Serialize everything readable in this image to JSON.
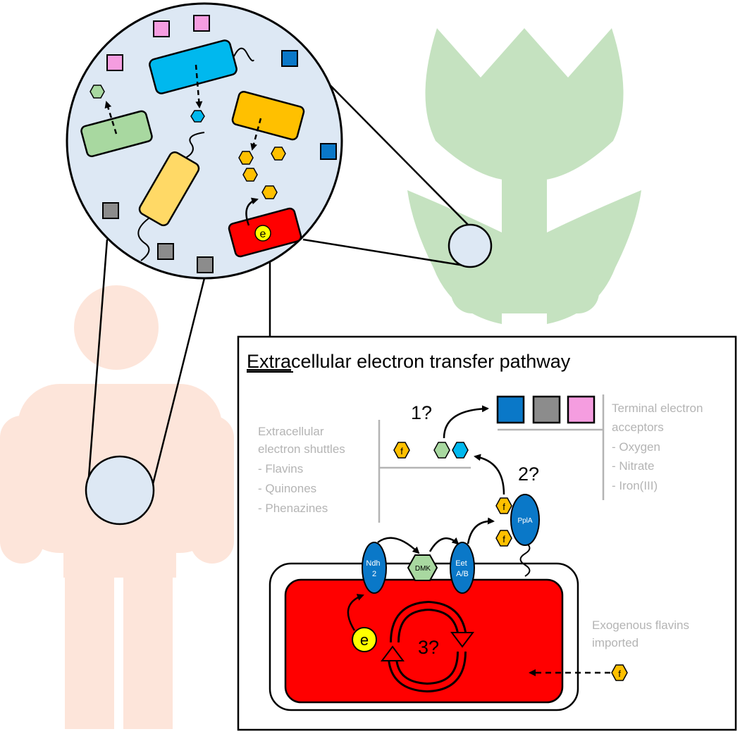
{
  "panel": {
    "title_underlined": "Extra",
    "title_rest": "cellular electron transfer pathway"
  },
  "labels": {
    "q1": "1?",
    "q2": "2?",
    "q3": "3?",
    "electron": "e",
    "flavin": "f",
    "ndh_line1": "Ndh",
    "ndh_line2": "2",
    "dmk": "DMK",
    "eet_line1": "Eet",
    "eet_line2": "A/B",
    "ppla": "PplA"
  },
  "shuttles": {
    "heading_line1": "Extracellular",
    "heading_line2": "electron shuttles",
    "items": [
      "- Flavins",
      "- Quinones",
      "- Phenazines"
    ]
  },
  "acceptors": {
    "heading_line1": "Terminal electron",
    "heading_line2": "acceptors",
    "items": [
      "- Oxygen",
      "- Nitrate",
      "- Iron(III)"
    ]
  },
  "exogenous": {
    "line1": "Exogenous flavins",
    "line2": "imported"
  },
  "colors": {
    "circle_fill": "#dde8f4",
    "human": "#fde5da",
    "plant": "#c5e2c0",
    "red_cell": "#ff0000",
    "blue": "#0a78c8",
    "cyan": "#00b8ee",
    "gray": "#8c8c8c",
    "pink": "#f59de0",
    "green": "#a8d8a0",
    "orange": "#ffc000",
    "yellow_cell": "#ffd966",
    "flavin": "#ffc000",
    "electron": "#ffff00",
    "legend_gray": "#b4b4b4"
  }
}
